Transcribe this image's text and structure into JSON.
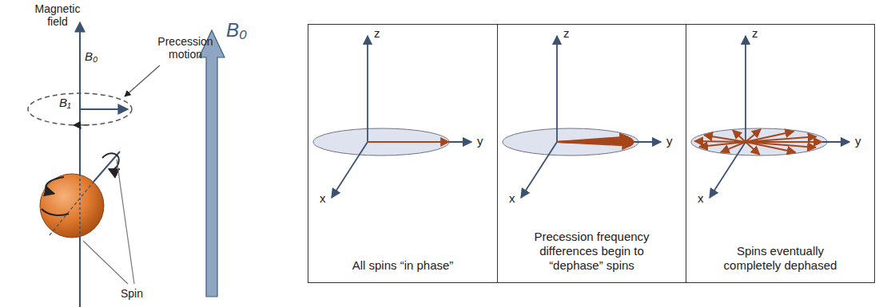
{
  "diagram": {
    "nodes": [
      {
        "text": [
          "All spins “in phase”"
        ]
      },
      {
        "text": [
          "Precession frequency differences begin to “dephase” spins"
        ]
      },
      {
        "text": [
          "Spins eventually completely dephased"
        ]
      }
    ],
    "labels": [
      "Magnetic field",
      "B₀",
      "B₁",
      "Precession motion",
      "Spin",
      "B₀",
      "z",
      "y",
      "x",
      "z",
      "y",
      "x",
      "z",
      "y",
      "x"
    ]
  }
}
